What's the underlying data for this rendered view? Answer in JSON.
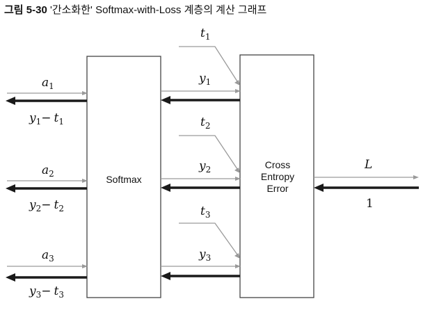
{
  "figure": {
    "number": "그림 5-30",
    "caption": "'간소화한' Softmax-with-Loss 계층의 계산 그래프"
  },
  "nodes": {
    "softmax": "Softmax",
    "cee_line1": "Cross",
    "cee_line2": "Entropy",
    "cee_line3": "Error"
  },
  "rows": [
    {
      "a_base": "a",
      "a_sub": "1",
      "y_base": "y",
      "y_sub": "1",
      "t_base": "t",
      "t_sub": "1",
      "grad_y_base": "y",
      "grad_y_sub": "1",
      "minus": "−",
      "grad_t_base": "t",
      "grad_t_sub": "1"
    },
    {
      "a_base": "a",
      "a_sub": "2",
      "y_base": "y",
      "y_sub": "2",
      "t_base": "t",
      "t_sub": "2",
      "grad_y_base": "y",
      "grad_y_sub": "2",
      "minus": "−",
      "grad_t_base": "t",
      "grad_t_sub": "2"
    },
    {
      "a_base": "a",
      "a_sub": "3",
      "y_base": "y",
      "y_sub": "3",
      "t_base": "t",
      "t_sub": "3",
      "grad_y_base": "y",
      "grad_y_sub": "3",
      "minus": "−",
      "grad_t_base": "t",
      "grad_t_sub": "3"
    }
  ],
  "output": {
    "loss": "L",
    "grad": "1"
  }
}
